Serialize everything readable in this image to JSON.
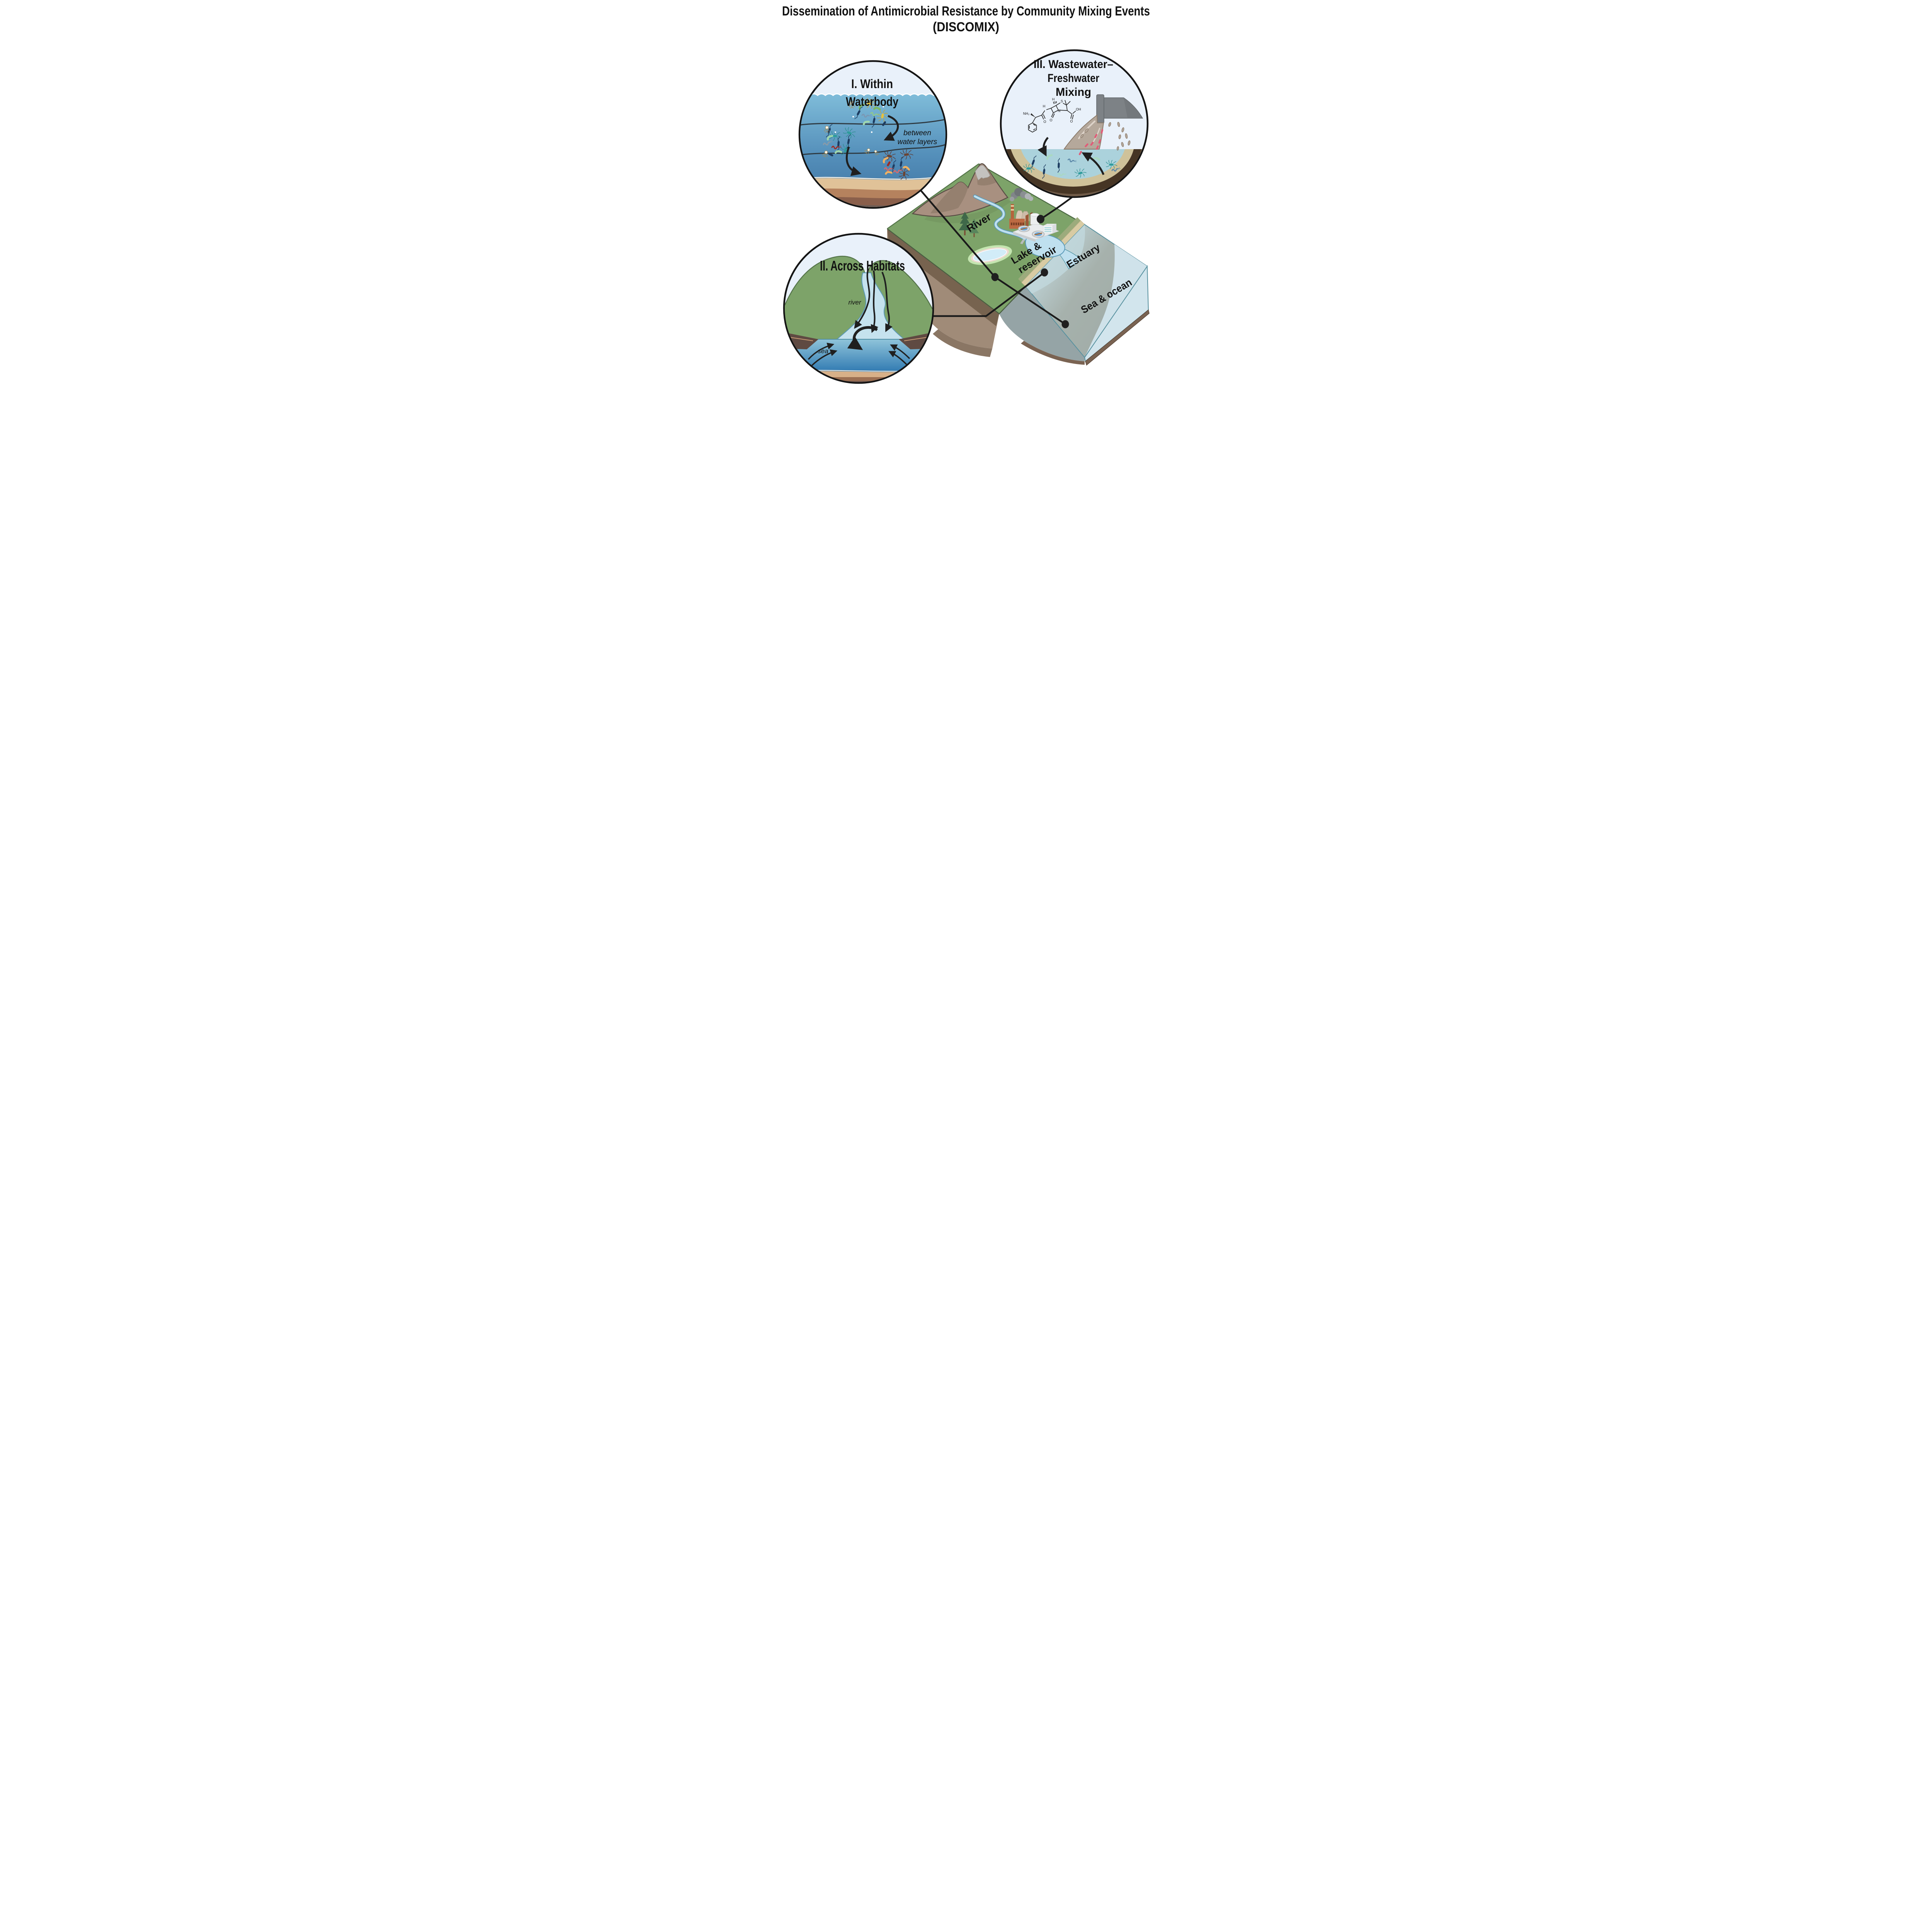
{
  "title": {
    "line1": "Dissemination of Antimicrobial Resistance by Community Mixing Events",
    "line2": "(DISCOMIX)"
  },
  "inset_within": {
    "title1": "I. Within",
    "title2": "Waterbody",
    "note1": "between",
    "note2": "water layers"
  },
  "inset_across": {
    "title": "II. Across Habitats",
    "river": "river",
    "sea": "sea"
  },
  "inset_wastewater": {
    "title1": "III. Wastewater–",
    "title2": "Freshwater",
    "title3": "Mixing",
    "mol": {
      "nh2": "NH₂",
      "h1": "H",
      "h2": "H",
      "s": "S",
      "n": "N",
      "o1": "O",
      "o2": "O",
      "o3": "O",
      "oh": "OH"
    }
  },
  "map": {
    "river": "River",
    "lake1": "Lake &",
    "lake2": "reservoir",
    "estuary": "Estuary",
    "sea_ocean": "Sea & ocean"
  },
  "palette": {
    "inset_bg": "#e9f1fa",
    "outline": "#141414",
    "water_light": "#7fbcd9",
    "water_deep": "#3a6d9c",
    "sea_deep": "#2d77b0",
    "land_green": "#7da369",
    "mountain_brown": "#a89080",
    "beach_tan": "#d8cba3",
    "estuary_gray": "#a6b1ac",
    "glass_blue": "#d2e5ed",
    "sediment_tan": "#cfc29a",
    "sediment_dark": "#463524",
    "rim_brown": "#6f5a47",
    "wastewater_taupe": "#b5a89b",
    "bacteria_pink": "#e05c78",
    "bacteria_navy": "#1d3c60",
    "bacteria_teal": "#2f9c9c",
    "arrow_black": "#1f1f1f"
  }
}
